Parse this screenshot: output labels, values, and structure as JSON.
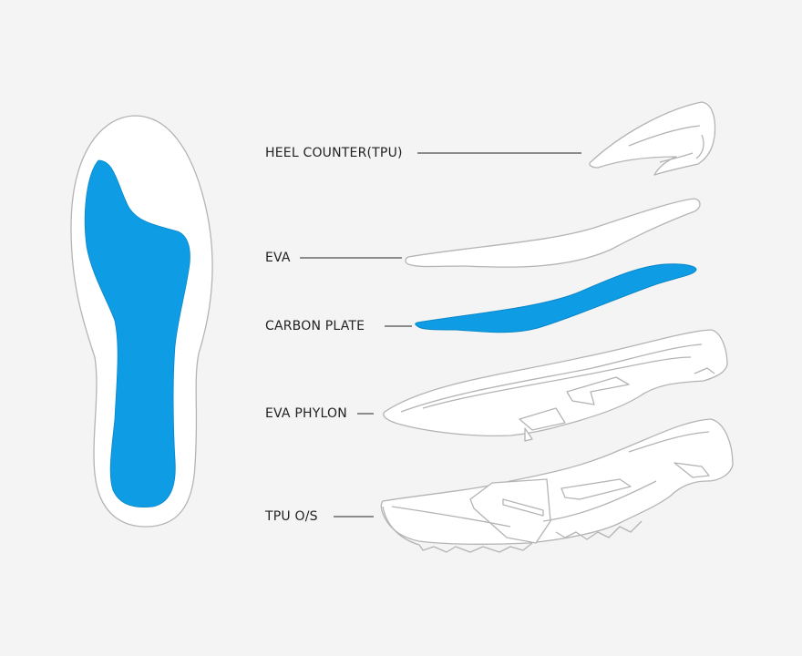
{
  "colors": {
    "background": "#f4f4f4",
    "outline": "#b4b4b4",
    "fill": "#ffffff",
    "carbon": "#0e9de5",
    "carbon_edge": "#0a86c8",
    "leader": "#222222",
    "text": "#222222"
  },
  "layers": [
    {
      "label": "HEEL COUNTER(TPU)"
    },
    {
      "label": "EVA"
    },
    {
      "label": "CARBON PLATE"
    },
    {
      "label": "EVA PHYLON"
    },
    {
      "label": "TPU O/S"
    }
  ]
}
